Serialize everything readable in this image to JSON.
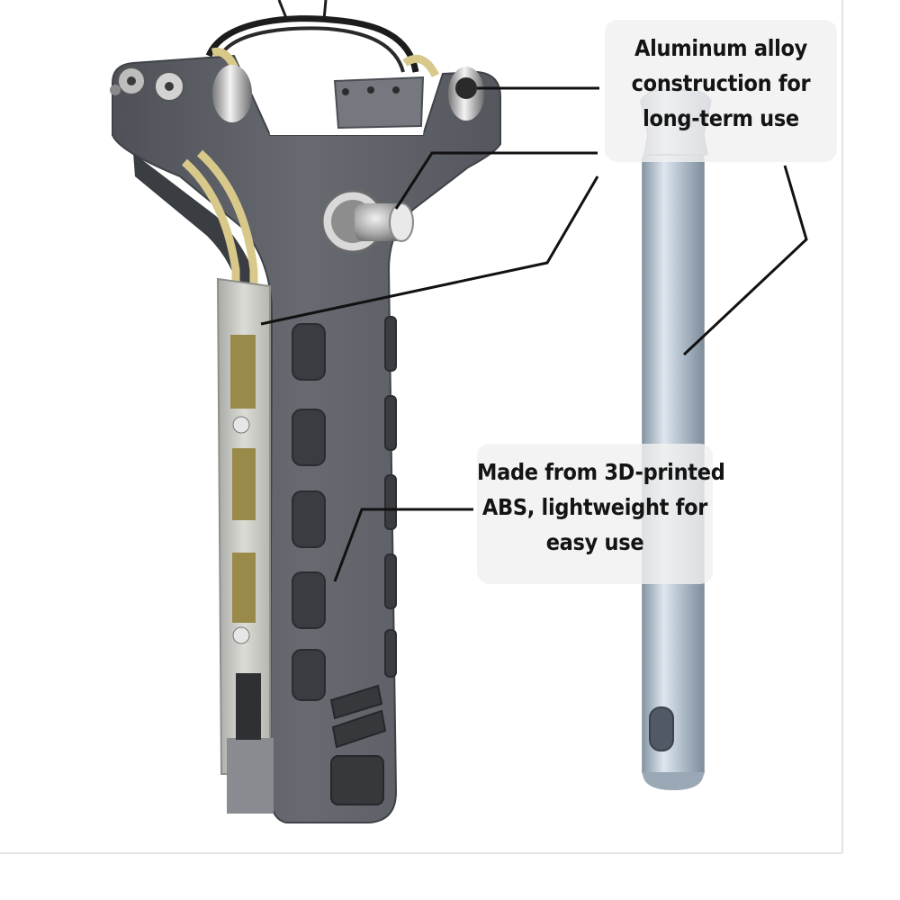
{
  "callouts": {
    "aluminum": {
      "lines": [
        "Aluminum alloy",
        "construction for",
        "long-term use"
      ]
    },
    "abs": {
      "lines": [
        "Made from 3D-printed",
        "ABS, lightweight for",
        "easy use"
      ]
    }
  },
  "colors": {
    "handle_body": "#5c5f66",
    "handle_dark": "#44474d",
    "steel_plate": "#c9c9c4",
    "rubber_band": "#d8c98a",
    "aluminum_rod": "#b4c2cf",
    "leader_line": "#111111",
    "callout_bg": "#efefef"
  }
}
